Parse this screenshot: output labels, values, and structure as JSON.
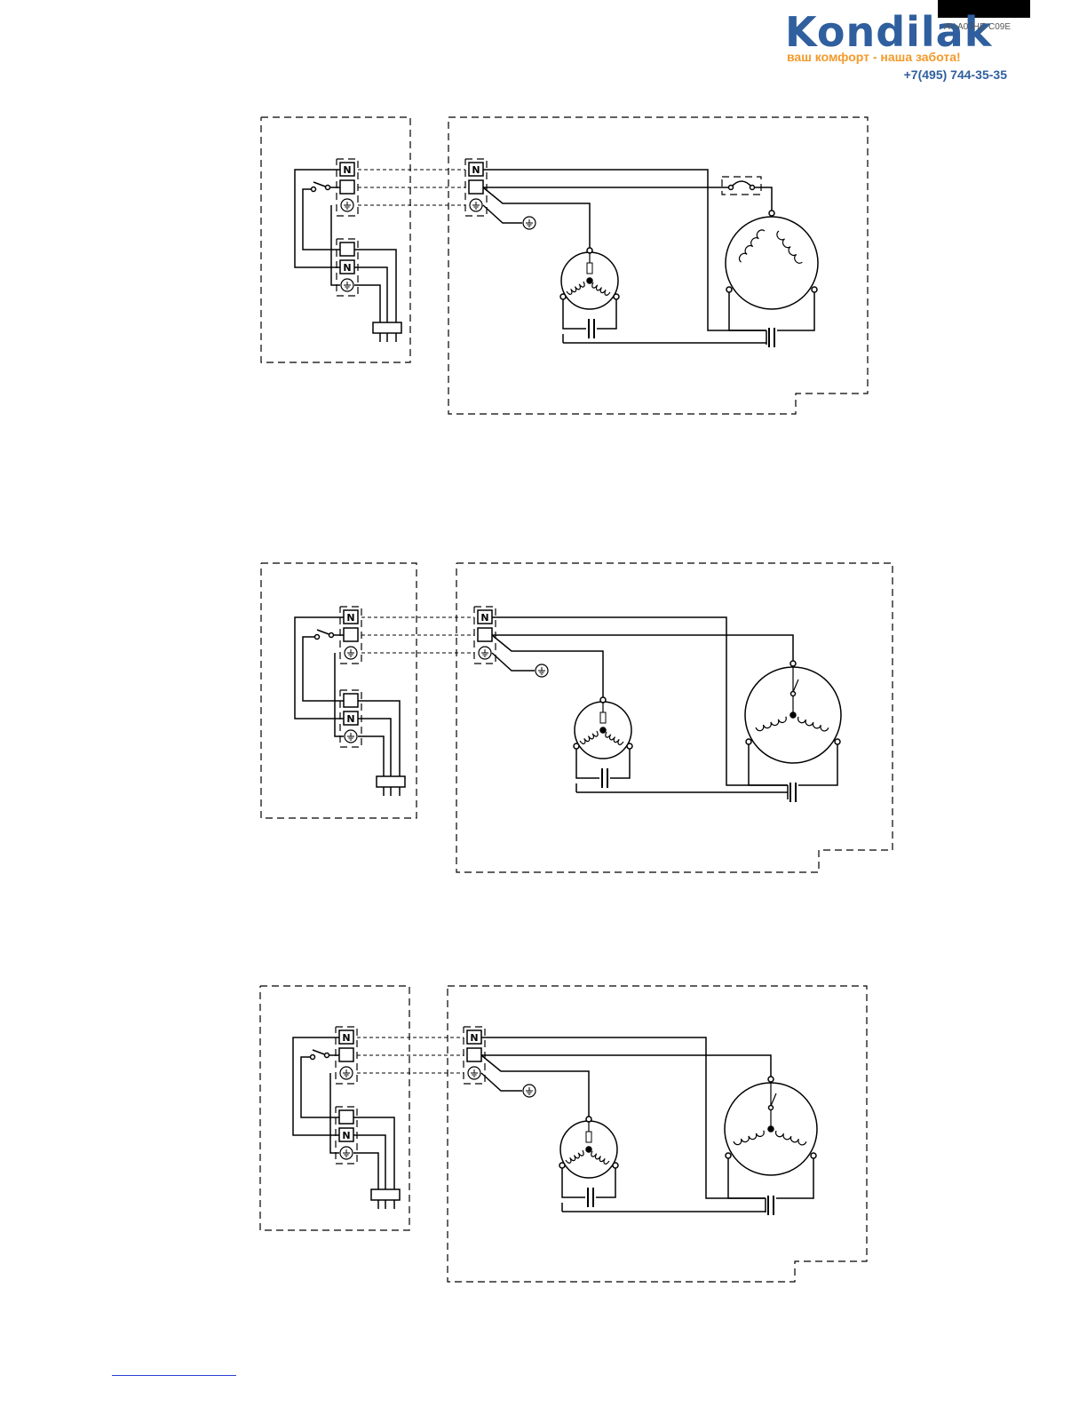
{
  "header": {
    "logo_text": "Kondilak",
    "tagline": "ваш комфорт - наша забота!",
    "phone": "+7(495) 744-35-35",
    "model_codes": [
      "AY-A07HE-C09E"
    ]
  },
  "colors": {
    "logo_blue": "#2f5f9e",
    "logo_orange": "#f39a2b",
    "line": "#000000",
    "footer_link": "#2a3fd6"
  },
  "diagrams": {
    "terminal_label": "N"
  }
}
